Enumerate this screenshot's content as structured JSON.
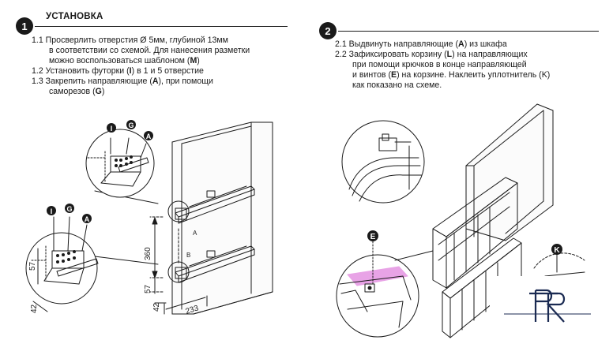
{
  "step1": {
    "number": "1",
    "title": "УСТАНОВКА",
    "lines": [
      {
        "prefix": "1.1 Просверлить отверстия Ø 5мм, глубиной 13мм",
        "key": "",
        "suffix": ""
      },
      {
        "prefix": "в соответствии со схемой. Для нанесения разметки",
        "key": "",
        "suffix": ""
      },
      {
        "prefix": "можно воспользоваться шаблоном (",
        "key": "M",
        "suffix": ")"
      },
      {
        "prefix": "1.2 Установить футорки (",
        "key": "I",
        "suffix": ") в 1 и 5 отверстие"
      },
      {
        "prefix": "1.3 Закрепить направляющие (",
        "key": "A",
        "suffix": "), при помощи"
      },
      {
        "prefix": "саморезов (",
        "key": "G",
        "suffix": ")"
      }
    ]
  },
  "step2": {
    "number": "2",
    "lines": [
      {
        "prefix": "2.1 Выдвинуть направляющие (",
        "key": "A",
        "suffix": ") из шкафа"
      },
      {
        "prefix": "2.2 Зафиксировать корзину (",
        "key": "L",
        "suffix": ") на направляющих"
      },
      {
        "prefix": "при помощи крючков в конце направляющей",
        "key": "",
        "suffix": ""
      },
      {
        "prefix": "и винтов (",
        "key": "E",
        "suffix": ") на корзине. Наклеить уплотнитель (K)"
      },
      {
        "prefix": "как показано на схеме.",
        "key": "",
        "suffix": ""
      }
    ]
  },
  "figure1": {
    "callouts_top": [
      "I",
      "G",
      "A"
    ],
    "callouts_bottom": [
      "I",
      "G",
      "A"
    ],
    "dim_360": "360",
    "dim_57_left": "57",
    "dim_57_right": "57",
    "dim_42_left": "42",
    "dim_42_right": "42",
    "dim_233": "233",
    "label_A": "A",
    "label_B": "B"
  },
  "figure2": {
    "callout_E": "E",
    "callout_K": "K"
  },
  "logo": {
    "text": "FR"
  },
  "colors": {
    "ink": "#1a1a1a",
    "accent": "#e8a3e6"
  }
}
